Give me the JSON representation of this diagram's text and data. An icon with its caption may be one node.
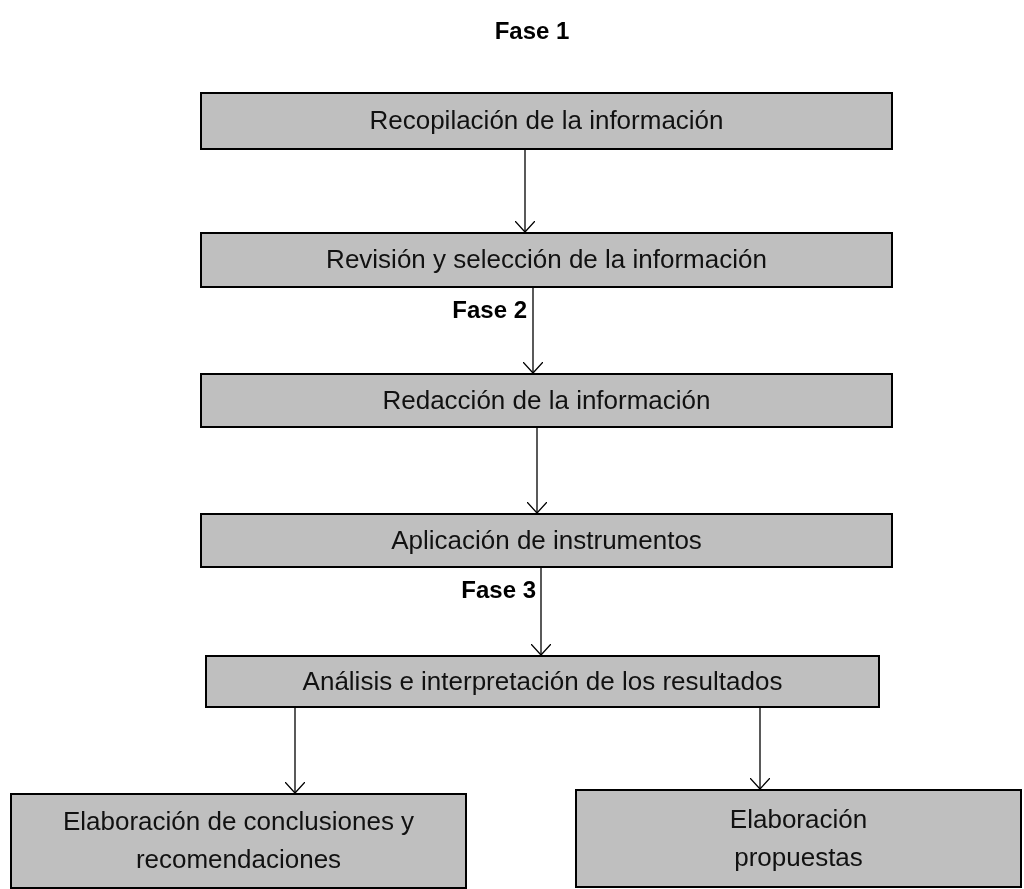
{
  "diagram": {
    "nodes": [
      {
        "text": [
          "Recopilación de la información"
        ]
      },
      {
        "text": [
          "Revisión y selección de la información"
        ]
      },
      {
        "text": [
          "Redacción de la información"
        ]
      },
      {
        "text": [
          "Aplicación de instrumentos"
        ]
      },
      {
        "text": [
          "Análisis e interpretación de los resultados"
        ]
      },
      {
        "text": [
          "Elaboración de conclusiones y recomendaciones"
        ]
      },
      {
        "text": [
          "Elaboración propuestas"
        ]
      }
    ],
    "edges": [
      {
        "from": 0,
        "to": 1,
        "arrow": "to"
      },
      {
        "from": 1,
        "to": 2,
        "arrow": "to"
      },
      {
        "from": 2,
        "to": 3,
        "arrow": "to"
      },
      {
        "from": 3,
        "to": 4,
        "arrow": "to"
      },
      {
        "from": 4,
        "to": 5,
        "arrow": "to"
      },
      {
        "from": 4,
        "to": 6,
        "arrow": "to"
      }
    ],
    "labels": [
      "Fase 1",
      "Fase 2",
      "Fase 3"
    ]
  }
}
